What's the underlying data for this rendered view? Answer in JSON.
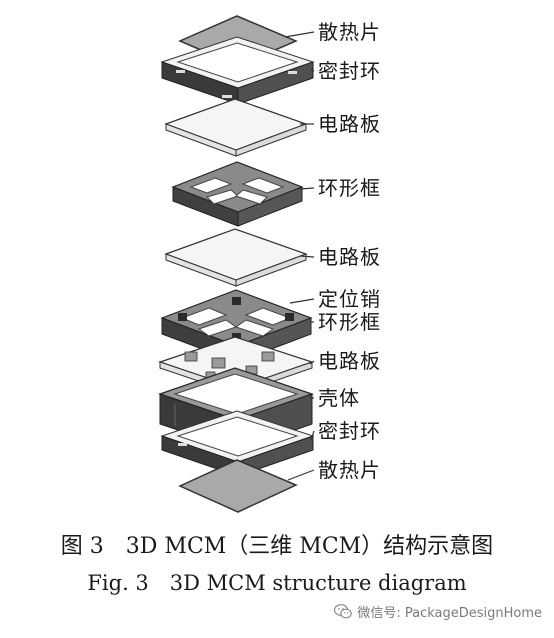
{
  "layers": [
    {
      "label": "散热片"
    },
    {
      "label": "密封环"
    },
    {
      "label": "电路板"
    },
    {
      "label": "环形框"
    },
    {
      "label": "电路板"
    },
    {
      "label": "定位销"
    },
    {
      "label": "环形框"
    },
    {
      "label": "电路板"
    },
    {
      "label": "壳体"
    },
    {
      "label": "密封环"
    },
    {
      "label": "散热片"
    }
  ],
  "caption": {
    "cn": "图 3　3D MCM（三维 MCM）结构示意图",
    "en": "Fig. 3　3D MCM structure diagram"
  },
  "watermark": {
    "text": "微信号: PackageDesignHome",
    "icon": "wechat-icon"
  },
  "colors": {
    "line": "#333333",
    "dark": "#3c3c3c",
    "fill_gray": "#a9a9a9",
    "fill_light": "#f4f4f4"
  }
}
